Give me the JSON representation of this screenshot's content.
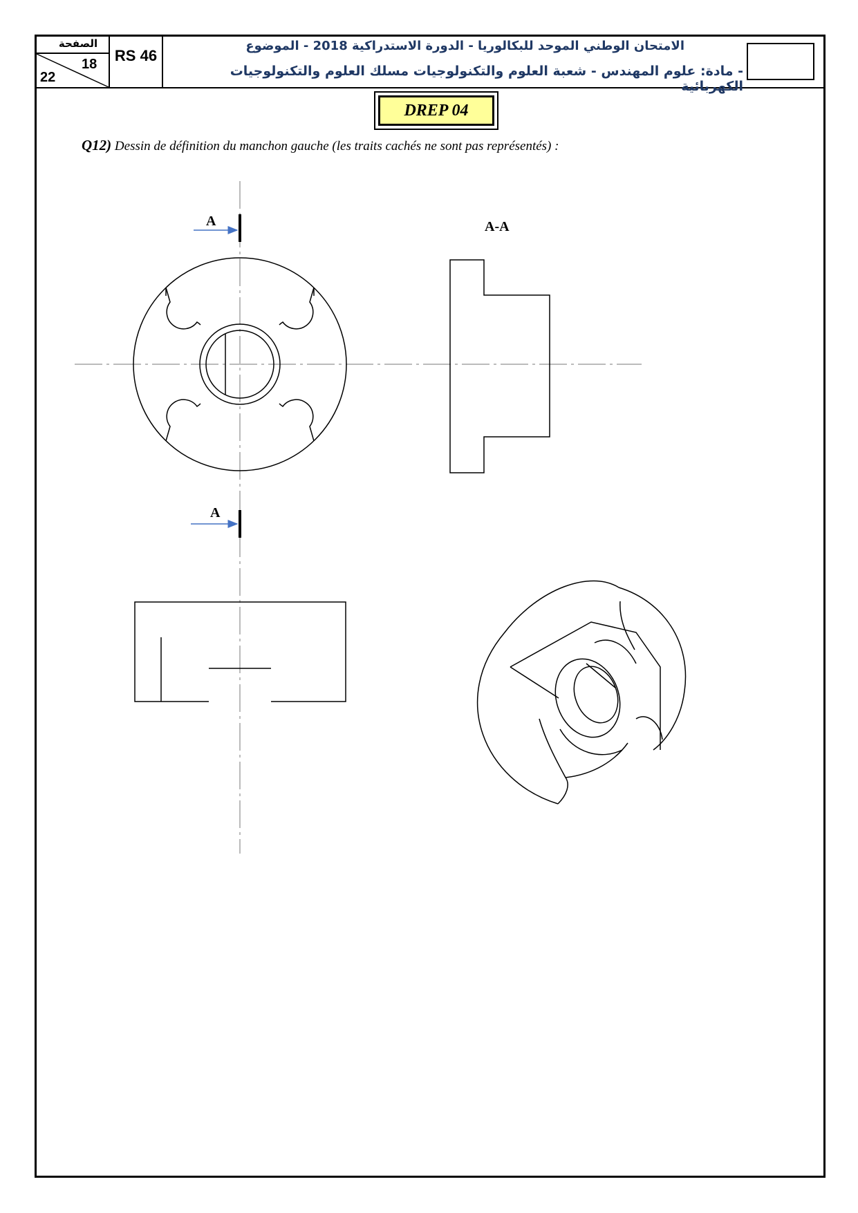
{
  "header": {
    "page_label": "الصفحة",
    "page_number": "18",
    "page_total": "22",
    "subject_code": "RS 46",
    "exam_title": "الامتحان الوطني الموحد للبكالوريا - الدورة الاستدراكية 2018 - الموضوع",
    "subject_line": "- مادة: علوم المهندس - شعبة العلوم والتكنولوجيات مسلك العلوم والتكنولوجيات الكهربائية"
  },
  "drep_label": "DREP 04",
  "question": {
    "number": "Q12)",
    "text": "Dessin de définition du manchon gauche (les traits cachés ne sont pas représentés) :"
  },
  "drawing": {
    "section_mark_top": "A",
    "section_mark_bottom": "A",
    "section_title": "A-A",
    "colors": {
      "arrow": "#4472c4",
      "line": "#000000",
      "axis": "#777777"
    }
  }
}
